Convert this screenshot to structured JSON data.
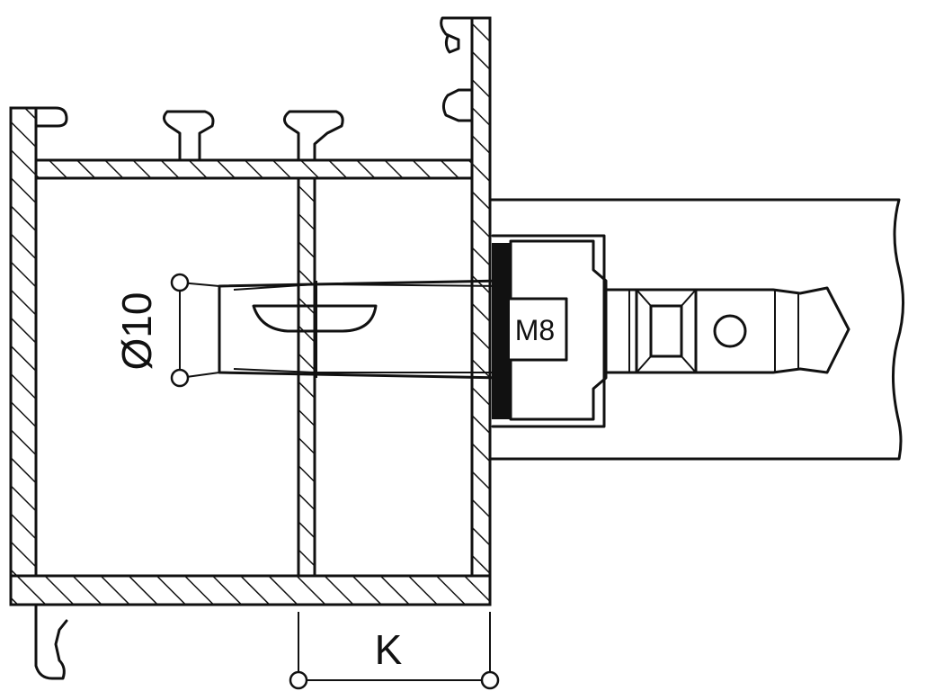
{
  "labels": {
    "diameter": "Ø10",
    "thread": "M8",
    "dimension_k": "K"
  },
  "colors": {
    "line": "#111111",
    "background": "#ffffff"
  }
}
